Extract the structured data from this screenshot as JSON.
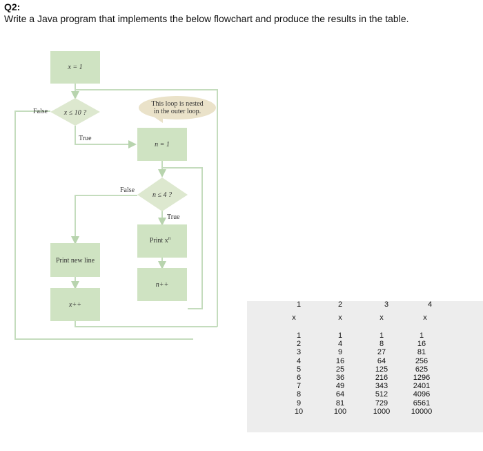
{
  "question": {
    "label": "Q2:",
    "text": "Write a Java program that implements the below flowchart and produce the results in the table."
  },
  "flowchart": {
    "init": "x = 1",
    "outer_cond": "x ≤ 10 ?",
    "outer_false": "False",
    "outer_true": "True",
    "callout": [
      "This loop is nested",
      "in the outer loop."
    ],
    "inner_init": "n = 1",
    "inner_cond": "n ≤ 4 ?",
    "inner_false": "False",
    "inner_true": "True",
    "print_x": "Print x",
    "print_sup": "n",
    "n_inc": "n++",
    "print_line": "Print new line",
    "x_inc": "x++"
  },
  "table": {
    "columns": [
      {
        "exp": "1",
        "var": "x",
        "values": [
          "1",
          "2",
          "3",
          "4",
          "5",
          "6",
          "7",
          "8",
          "9",
          "10"
        ]
      },
      {
        "exp": "2",
        "var": "x",
        "values": [
          "1",
          "4",
          "9",
          "16",
          "25",
          "36",
          "49",
          "64",
          "81",
          "100"
        ]
      },
      {
        "exp": "3",
        "var": "x",
        "values": [
          "1",
          "8",
          "27",
          "64",
          "125",
          "216",
          "343",
          "512",
          "729",
          "1000"
        ]
      },
      {
        "exp": "4",
        "var": "x",
        "values": [
          "1",
          "16",
          "81",
          "256",
          "625",
          "1296",
          "2401",
          "4096",
          "6561",
          "10000"
        ]
      }
    ]
  },
  "colors": {
    "box": "#cfe3c2",
    "diamond": "#dde8cf",
    "callout": "#eae2c9",
    "line": "#c4dcbd",
    "table_bg": "#ededed"
  }
}
